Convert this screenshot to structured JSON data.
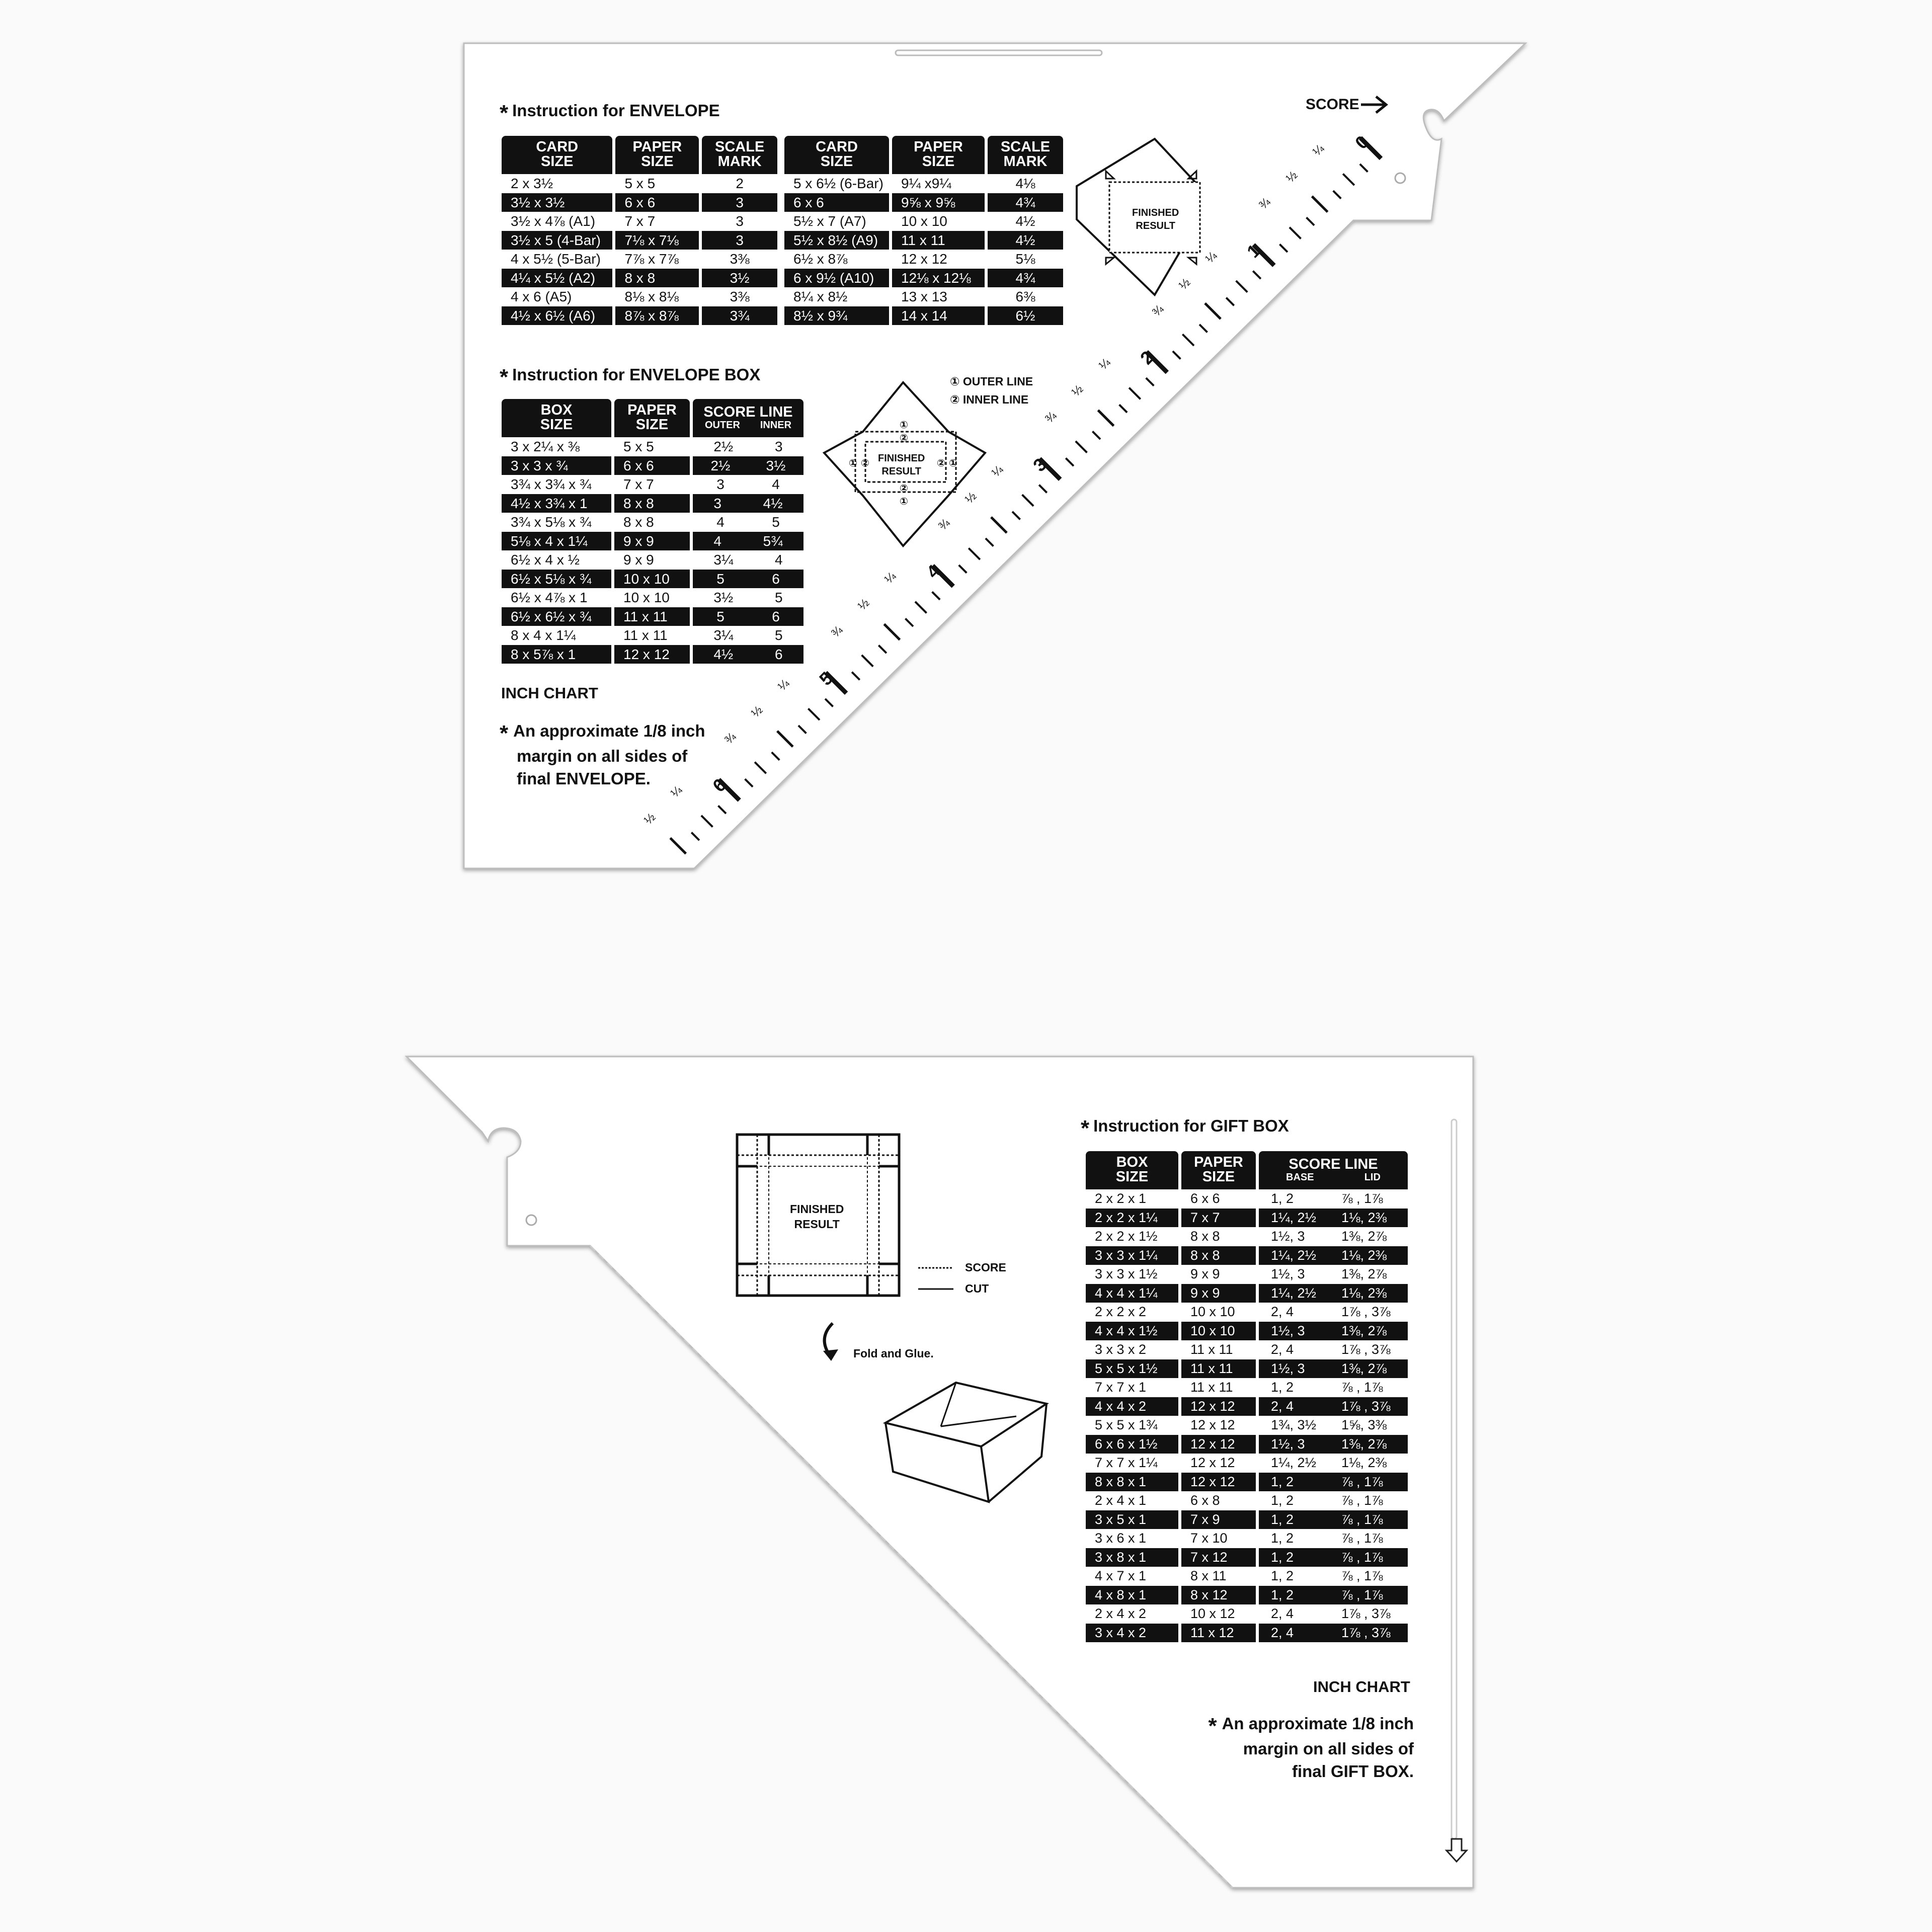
{
  "top_ruler": {
    "score_label": "SCORE",
    "envelope": {
      "title": "Instruction for ENVELOPE",
      "headers": [
        [
          "CARD",
          "SIZE"
        ],
        [
          "PAPER",
          "SIZE"
        ],
        [
          "SCALE",
          "MARK"
        ]
      ],
      "left_rows": [
        [
          "2 x 3½",
          "5 x 5",
          "2"
        ],
        [
          "3½ x 3½",
          "6 x 6",
          "3"
        ],
        [
          "3½ x 4⅞ (A1)",
          "7 x 7",
          "3"
        ],
        [
          "3½ x 5 (4-Bar)",
          "7⅛ x 7⅛",
          "3"
        ],
        [
          "4 x 5½ (5-Bar)",
          "7⅞ x 7⅞",
          "3⅜"
        ],
        [
          "4¼ x 5½ (A2)",
          "8 x 8",
          "3½"
        ],
        [
          "4 x 6 (A5)",
          "8⅛ x 8⅛",
          "3⅜"
        ],
        [
          "4½ x 6½ (A6)",
          "8⅞ x 8⅞",
          "3¾"
        ]
      ],
      "right_rows": [
        [
          "5 x 6½ (6-Bar)",
          "9¼ x9¼",
          "4⅛"
        ],
        [
          "6 x 6",
          "9⅝ x 9⅝",
          "4¾"
        ],
        [
          "5½ x 7 (A7)",
          "10 x 10",
          "4½"
        ],
        [
          "5½ x 8½ (A9)",
          "11 x 11",
          "4½"
        ],
        [
          "6½ x 8⅞",
          "12 x 12",
          "5⅛"
        ],
        [
          "6 x 9½ (A10)",
          "12⅛ x 12⅛",
          "4¾"
        ],
        [
          "8¼ x 8½",
          "13 x 13",
          "6⅜"
        ],
        [
          "8½ x 9¾",
          "14 x 14",
          "6½"
        ]
      ],
      "diagram_label": [
        "FINISHED",
        "RESULT"
      ]
    },
    "envelope_box": {
      "title": "Instruction for ENVELOPE BOX",
      "headers": [
        [
          "BOX",
          "SIZE"
        ],
        [
          "PAPER",
          "SIZE"
        ],
        [
          "SCORE LINE"
        ]
      ],
      "subheaders": [
        "OUTER",
        "INNER"
      ],
      "rows": [
        [
          "3 x 2¼ x ⅜",
          "5 x 5",
          "2½",
          "3"
        ],
        [
          "3 x 3 x ¾",
          "6 x 6",
          "2½",
          "3½"
        ],
        [
          "3¾ x 3¾ x ¾",
          "7 x 7",
          "3",
          "4"
        ],
        [
          "4½ x 3¾ x 1",
          "8 x 8",
          "3",
          "4½"
        ],
        [
          "3¾ x 5⅛ x ¾",
          "8 x 8",
          "4",
          "5"
        ],
        [
          "5⅛ x 4 x 1¼",
          "9 x 9",
          "4",
          "5¾"
        ],
        [
          "6½ x 4 x ½",
          "9 x 9",
          "3¼",
          "4"
        ],
        [
          "6½ x 5⅛ x ¾",
          "10 x 10",
          "5",
          "6"
        ],
        [
          "6½ x 4⅞ x 1",
          "10 x 10",
          "3½",
          "5"
        ],
        [
          "6½ x 6½ x ¾",
          "11 x 11",
          "5",
          "6"
        ],
        [
          "8 x 4 x 1¼",
          "11 x 11",
          "3¼",
          "5"
        ],
        [
          "8 x 5⅞ x 1",
          "12 x 12",
          "4½",
          "6"
        ]
      ],
      "legend": [
        "① OUTER LINE",
        "② INNER LINE"
      ],
      "diagram_label": [
        "FINISHED",
        "RESULT"
      ],
      "diagram_marks": [
        "①",
        "②"
      ]
    },
    "inch_chart": "INCH CHART",
    "note": [
      "An approximate 1/8 inch",
      "margin on all sides of",
      "final ENVELOPE."
    ],
    "scale_numbers": [
      "0",
      "1",
      "2",
      "3",
      "4",
      "5",
      "6"
    ],
    "scale_fractions": [
      "¼",
      "½",
      "¾"
    ]
  },
  "bottom_ruler": {
    "gift_box": {
      "title": "Instruction for GIFT BOX",
      "headers": [
        [
          "BOX",
          "SIZE"
        ],
        [
          "PAPER",
          "SIZE"
        ],
        [
          "SCORE LINE"
        ]
      ],
      "subheaders": [
        "BASE",
        "LID"
      ],
      "rows": [
        [
          "2 x 2 x 1",
          "6 x 6",
          "1, 2",
          "⅞ , 1⅞"
        ],
        [
          "2 x 2 x 1¼",
          "7 x 7",
          "1¼, 2½",
          "1⅛, 2⅜"
        ],
        [
          "2 x 2 x 1½",
          "8 x 8",
          "1½, 3",
          "1⅜, 2⅞"
        ],
        [
          "3 x 3 x 1¼",
          "8 x 8",
          "1¼, 2½",
          "1⅛, 2⅜"
        ],
        [
          "3 x 3 x 1½",
          "9 x 9",
          "1½, 3",
          "1⅜, 2⅞"
        ],
        [
          "4 x 4 x 1¼",
          "9 x 9",
          "1¼, 2½",
          "1⅛, 2⅜"
        ],
        [
          "2 x 2 x 2",
          "10 x 10",
          "2, 4",
          "1⅞ , 3⅞"
        ],
        [
          "4 x 4 x 1½",
          "10 x 10",
          "1½, 3",
          "1⅜, 2⅞"
        ],
        [
          "3 x 3 x 2",
          "11 x 11",
          "2, 4",
          "1⅞ , 3⅞"
        ],
        [
          "5 x 5 x 1½",
          "11 x 11",
          "1½, 3",
          "1⅜, 2⅞"
        ],
        [
          "7 x 7 x 1",
          "11 x 11",
          "1, 2",
          "⅞ , 1⅞"
        ],
        [
          "4 x 4 x 2",
          "12 x 12",
          "2, 4",
          "1⅞ , 3⅞"
        ],
        [
          "5 x 5 x 1¾",
          "12 x 12",
          "1¾, 3½",
          "1⅝, 3⅜"
        ],
        [
          "6 x 6 x 1½",
          "12 x 12",
          "1½, 3",
          "1⅜, 2⅞"
        ],
        [
          "7 x 7 x 1¼",
          "12 x 12",
          "1¼, 2½",
          "1⅛, 2⅜"
        ],
        [
          "8 x 8 x 1",
          "12 x 12",
          "1, 2",
          "⅞ , 1⅞"
        ],
        [
          "2 x 4 x 1",
          "6 x 8",
          "1, 2",
          "⅞ , 1⅞"
        ],
        [
          "3 x 5 x 1",
          "7 x 9",
          "1, 2",
          "⅞ , 1⅞"
        ],
        [
          "3 x 6 x 1",
          "7 x 10",
          "1, 2",
          "⅞ , 1⅞"
        ],
        [
          "3 x 8 x 1",
          "7 x 12",
          "1, 2",
          "⅞ , 1⅞"
        ],
        [
          "4 x 7 x 1",
          "8 x 11",
          "1, 2",
          "⅞ , 1⅞"
        ],
        [
          "4 x 8 x 1",
          "8 x 12",
          "1, 2",
          "⅞ , 1⅞"
        ],
        [
          "2 x 4 x 2",
          "10 x 12",
          "2, 4",
          "1⅞ , 3⅞"
        ],
        [
          "3 x 4 x 2",
          "11 x 12",
          "2, 4",
          "1⅞ , 3⅞"
        ]
      ],
      "diagram_label": [
        "FINISHED",
        "RESULT"
      ],
      "legend_score": "SCORE",
      "legend_cut": "CUT",
      "fold_label": "Fold and Glue."
    },
    "inch_chart": "INCH CHART",
    "note": [
      "An approximate 1/8 inch",
      "margin on all sides of",
      "final GIFT BOX."
    ]
  }
}
